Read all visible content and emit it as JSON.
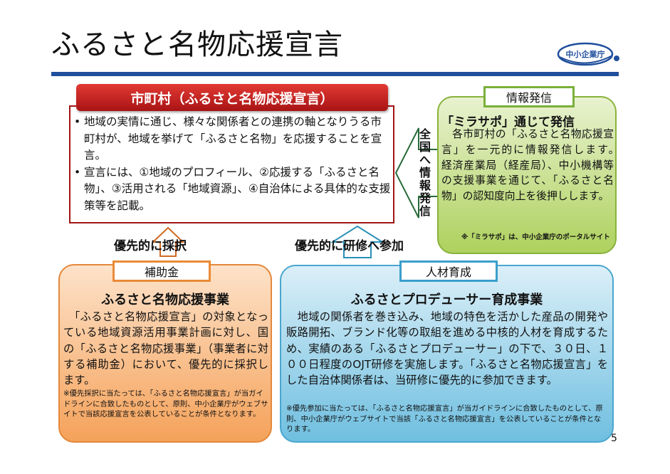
{
  "title": "ふるさと名物応援宣言",
  "logo_text": "中小企業庁",
  "municipality": {
    "header": "市町村（ふるさと名物応援宣言）",
    "items": [
      "地域の実情に通じ、様々な関係者との連携の軸となりうる市町村が、地域を挙げて「ふるさと名物」を応援することを宣言。",
      "宣言には、①地域のプロフィール、②応援する「ふるさと名物」、③活用される「地域資源」、④自治体による具体的な支援策等を記載。"
    ]
  },
  "nationwide_label": "全国へ情報発信",
  "info": {
    "tag": "情報発信",
    "heading": "「ミラサポ」通じて発信",
    "body": "　各市町村の「ふるさと名物応援宣言」を一元的に情報発信します。　経済産業局（経産局）、中小機構等の支援事業を通じて、「ふるさと名物」の認知度向上を後押しします。",
    "note": "※「ミラサポ」は、中小企業庁のポータルサイト"
  },
  "labels": {
    "priority_adoption": "優先的に採択",
    "priority_training": "優先的に研修へ参加"
  },
  "subsidy": {
    "tag": "補助金",
    "heading": "ふるさと名物応援事業",
    "body": "　「ふるさと名物応援宣言」の対象となっている地域資源活用事業計画に対し、国の「ふるさと名物応援事業」（事業者に対する補助金）において、優先的に採択します。",
    "note": "※優先採択に当たっては、「ふるさと名物応援宣言」が当ガイドラインに合致したものとして、原則、中小企業庁がウェブサイトで当該応援宣言を公表していることが条件となります。"
  },
  "talent": {
    "tag": "人材育成",
    "heading": "ふるさとプロデューサー育成事業",
    "body": "　地域の関係者を巻き込み、地域の特色を活かした産品の開発や販路開拓、ブランド化等の取組を進める中核的人材を育成するため、実績のある「ふるさとプロデューサー」の下で、３０日、１００日程度のOJT研修を実施します。「ふるさと名物応援宣言」をした自治体関係者は、当研修に優先的に参加できます。",
    "note": "※優先参加に当たっては、「ふるさと名物応援宣言」が当ガイドラインに合致したものとして、原則、中小企業庁がウェブサイトで当該「ふるさと名物応援宣言」を公表していることが条件となります。"
  },
  "page_number": "5",
  "colors": {
    "rule": "#1f4e9c",
    "header_red": "#c0221e",
    "green": "#aed15e",
    "orange": "#f5a25a",
    "blue": "#6fbfe0"
  }
}
